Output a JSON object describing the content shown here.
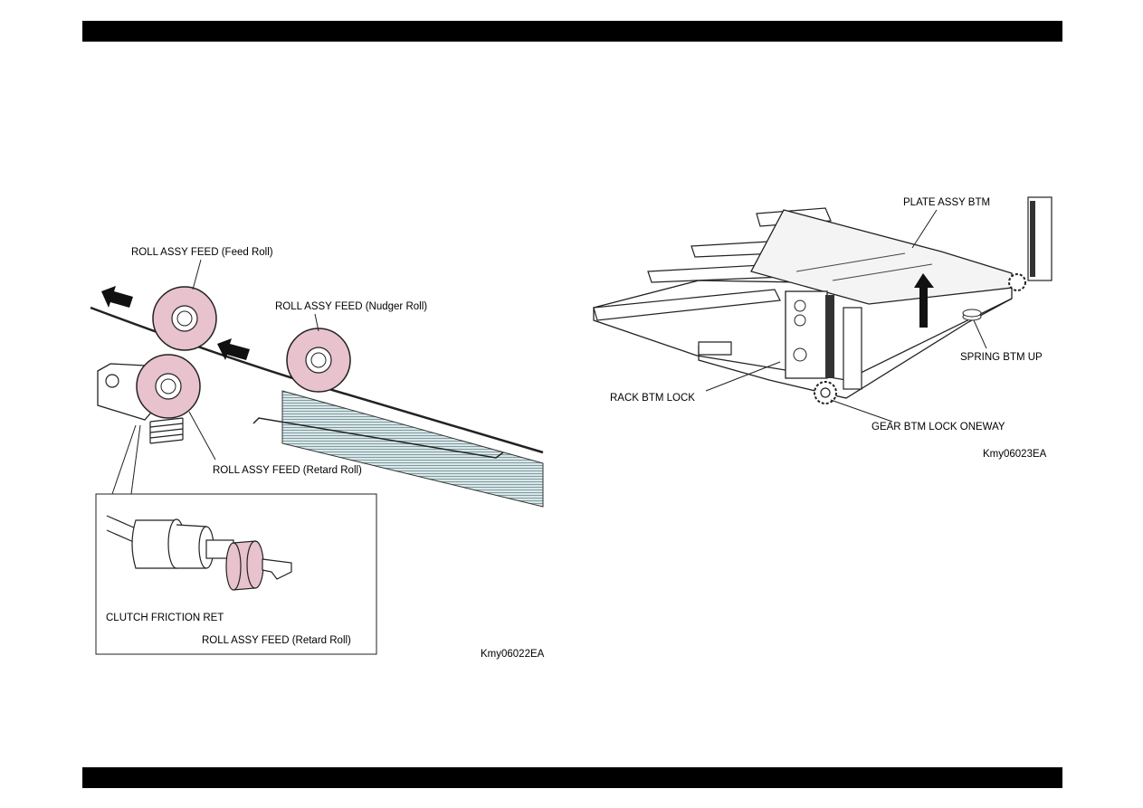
{
  "figure_left": {
    "labels": {
      "feed_roll": "ROLL ASSY FEED (Feed Roll)",
      "nudger_roll": "ROLL ASSY FEED (Nudger Roll)",
      "retard_roll": "ROLL ASSY FEED  (Retard Roll)",
      "clutch": "CLUTCH FRICTION RET",
      "retard_roll_detail": "ROLL ASSY FEED  (Retard Roll)"
    },
    "code": "Kmy06022EA"
  },
  "figure_right": {
    "labels": {
      "plate": "PLATE ASSY BTM",
      "spring": "SPRING BTM UP",
      "rack": "RACK BTM LOCK",
      "gear": "GEAR BTM LOCK ONEWAY"
    },
    "code": "Kmy06023EA"
  },
  "colors": {
    "roll_pink": "#e8c2cc",
    "bar": "#000000"
  }
}
